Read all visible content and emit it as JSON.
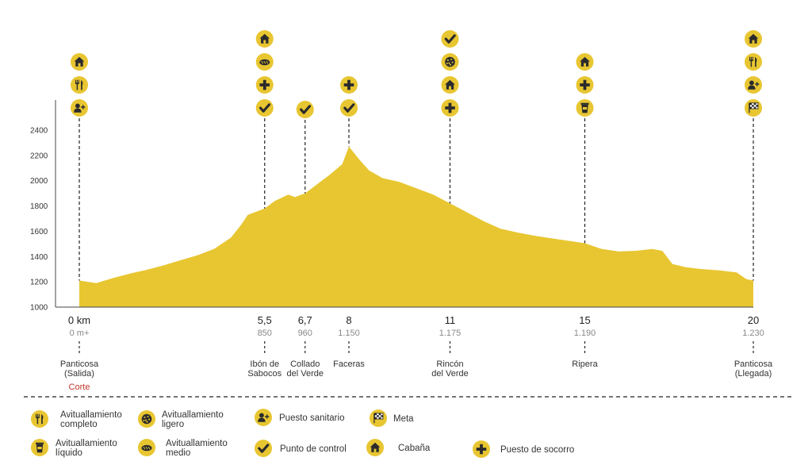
{
  "chart_data": {
    "type": "area",
    "ylim": [
      1000,
      2500
    ],
    "xlim": [
      0,
      20
    ],
    "y_ticks": [
      "1000",
      "1200",
      "1400",
      "1600",
      "1800",
      "2000",
      "2200",
      "2400"
    ],
    "fill_color": "#e8c631",
    "profile": [
      [
        0,
        1210
      ],
      [
        0.5,
        1190
      ],
      [
        1.0,
        1230
      ],
      [
        1.5,
        1265
      ],
      [
        2.0,
        1295
      ],
      [
        2.5,
        1330
      ],
      [
        3.0,
        1370
      ],
      [
        3.5,
        1410
      ],
      [
        4.0,
        1460
      ],
      [
        4.5,
        1550
      ],
      [
        4.8,
        1650
      ],
      [
        5.0,
        1730
      ],
      [
        5.5,
        1780
      ],
      [
        5.8,
        1840
      ],
      [
        6.2,
        1890
      ],
      [
        6.4,
        1870
      ],
      [
        6.7,
        1900
      ],
      [
        7.0,
        1960
      ],
      [
        7.4,
        2040
      ],
      [
        7.8,
        2130
      ],
      [
        8.0,
        2270
      ],
      [
        8.3,
        2170
      ],
      [
        8.6,
        2080
      ],
      [
        9.0,
        2020
      ],
      [
        9.5,
        1990
      ],
      [
        10.0,
        1940
      ],
      [
        10.5,
        1890
      ],
      [
        11.0,
        1820
      ],
      [
        11.5,
        1750
      ],
      [
        12.0,
        1680
      ],
      [
        12.5,
        1620
      ],
      [
        13.0,
        1590
      ],
      [
        13.5,
        1565
      ],
      [
        14.0,
        1545
      ],
      [
        14.5,
        1525
      ],
      [
        15.0,
        1505
      ],
      [
        15.5,
        1460
      ],
      [
        16.0,
        1440
      ],
      [
        16.5,
        1445
      ],
      [
        17.0,
        1460
      ],
      [
        17.3,
        1445
      ],
      [
        17.6,
        1340
      ],
      [
        18.0,
        1315
      ],
      [
        18.5,
        1300
      ],
      [
        19.0,
        1290
      ],
      [
        19.5,
        1275
      ],
      [
        19.8,
        1220
      ],
      [
        20.0,
        1210
      ]
    ],
    "checkpoints": [
      {
        "km": 0,
        "km_label": "0 km",
        "dplus": "0 m+",
        "place": [
          "Panticosa",
          "(Salida)"
        ],
        "note": "Corte",
        "icons": [
          "cabin",
          "food-full",
          "medical"
        ]
      },
      {
        "km": 5.5,
        "km_label": "5,5",
        "dplus": "850",
        "place": [
          "Ibón de",
          "Sabocos"
        ],
        "icons": [
          "cabin",
          "food-medium",
          "rescue",
          "control"
        ]
      },
      {
        "km": 6.7,
        "km_label": "6,7",
        "dplus": "960",
        "place": [
          "Collado",
          "del Verde"
        ],
        "icons": [
          "control"
        ]
      },
      {
        "km": 8,
        "km_label": "8",
        "dplus": "1.150",
        "place": [
          "Faceras"
        ],
        "icons": [
          "rescue",
          "control"
        ]
      },
      {
        "km": 11,
        "km_label": "11",
        "dplus": "1.175",
        "place": [
          "Rincón",
          "del Verde"
        ],
        "icons": [
          "control",
          "food-light",
          "cabin",
          "rescue"
        ]
      },
      {
        "km": 15,
        "km_label": "15",
        "dplus": "1.190",
        "place": [
          "Ripera"
        ],
        "icons": [
          "cabin",
          "rescue",
          "drink"
        ]
      },
      {
        "km": 20,
        "km_label": "20",
        "dplus": "1.230",
        "place": [
          "Panticosa",
          "(Llegada)"
        ],
        "icons": [
          "cabin",
          "food-full",
          "medical",
          "finish"
        ]
      }
    ]
  },
  "legend": [
    {
      "icon": "food-full",
      "label": [
        "Avituallamiento",
        "completo"
      ]
    },
    {
      "icon": "food-light",
      "label": [
        "Avituallamiento",
        "ligero"
      ]
    },
    {
      "icon": "medical",
      "label": [
        "Puesto sanitario"
      ]
    },
    {
      "icon": "finish",
      "label": [
        "Meta"
      ]
    },
    {
      "icon": "drink",
      "label": [
        "Avituallamiento",
        "líquido"
      ]
    },
    {
      "icon": "food-medium",
      "label": [
        "Avituallamiento",
        "medio"
      ]
    },
    {
      "icon": "control",
      "label": [
        "Punto de control"
      ]
    },
    {
      "icon": "cabin",
      "label": [
        "Cabaña"
      ]
    },
    {
      "icon": "rescue",
      "label": [
        "Puesto de socorro"
      ]
    }
  ],
  "colors": {
    "badge": "#e8c631",
    "badge_ring": "#ffffff",
    "glyph": "#2b2b2b",
    "note": "#c0392b"
  }
}
